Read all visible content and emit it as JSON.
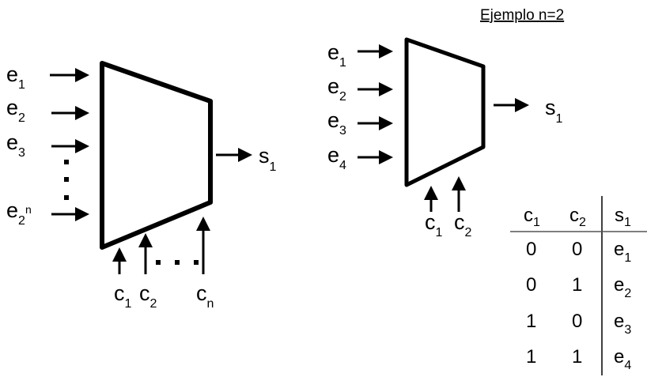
{
  "general": {
    "inputs": [
      {
        "base": "e",
        "sub": "1"
      },
      {
        "base": "e",
        "sub": "2"
      },
      {
        "base": "e",
        "sub": "3"
      },
      {
        "base": "e",
        "sub": "2",
        "sup": "n"
      }
    ],
    "controls": [
      {
        "base": "c",
        "sub": "1"
      },
      {
        "base": "c",
        "sub": "2"
      },
      {
        "base": "c",
        "sub": "n"
      }
    ],
    "output": {
      "base": "s",
      "sub": "1"
    }
  },
  "example": {
    "title": "Ejemplo n=2",
    "inputs": [
      {
        "base": "e",
        "sub": "1"
      },
      {
        "base": "e",
        "sub": "2"
      },
      {
        "base": "e",
        "sub": "3"
      },
      {
        "base": "e",
        "sub": "4"
      }
    ],
    "controls": [
      {
        "base": "c",
        "sub": "1"
      },
      {
        "base": "c",
        "sub": "2"
      }
    ],
    "output": {
      "base": "s",
      "sub": "1"
    }
  },
  "truth_table": {
    "headers": [
      {
        "base": "c",
        "sub": "1"
      },
      {
        "base": "c",
        "sub": "2"
      },
      {
        "base": "s",
        "sub": "1"
      }
    ],
    "rows": [
      {
        "c1": "0",
        "c2": "0",
        "s": {
          "base": "e",
          "sub": "1"
        }
      },
      {
        "c1": "0",
        "c2": "1",
        "s": {
          "base": "e",
          "sub": "2"
        }
      },
      {
        "c1": "1",
        "c2": "0",
        "s": {
          "base": "e",
          "sub": "3"
        }
      },
      {
        "c1": "1",
        "c2": "1",
        "s": {
          "base": "e",
          "sub": "4"
        }
      }
    ]
  }
}
